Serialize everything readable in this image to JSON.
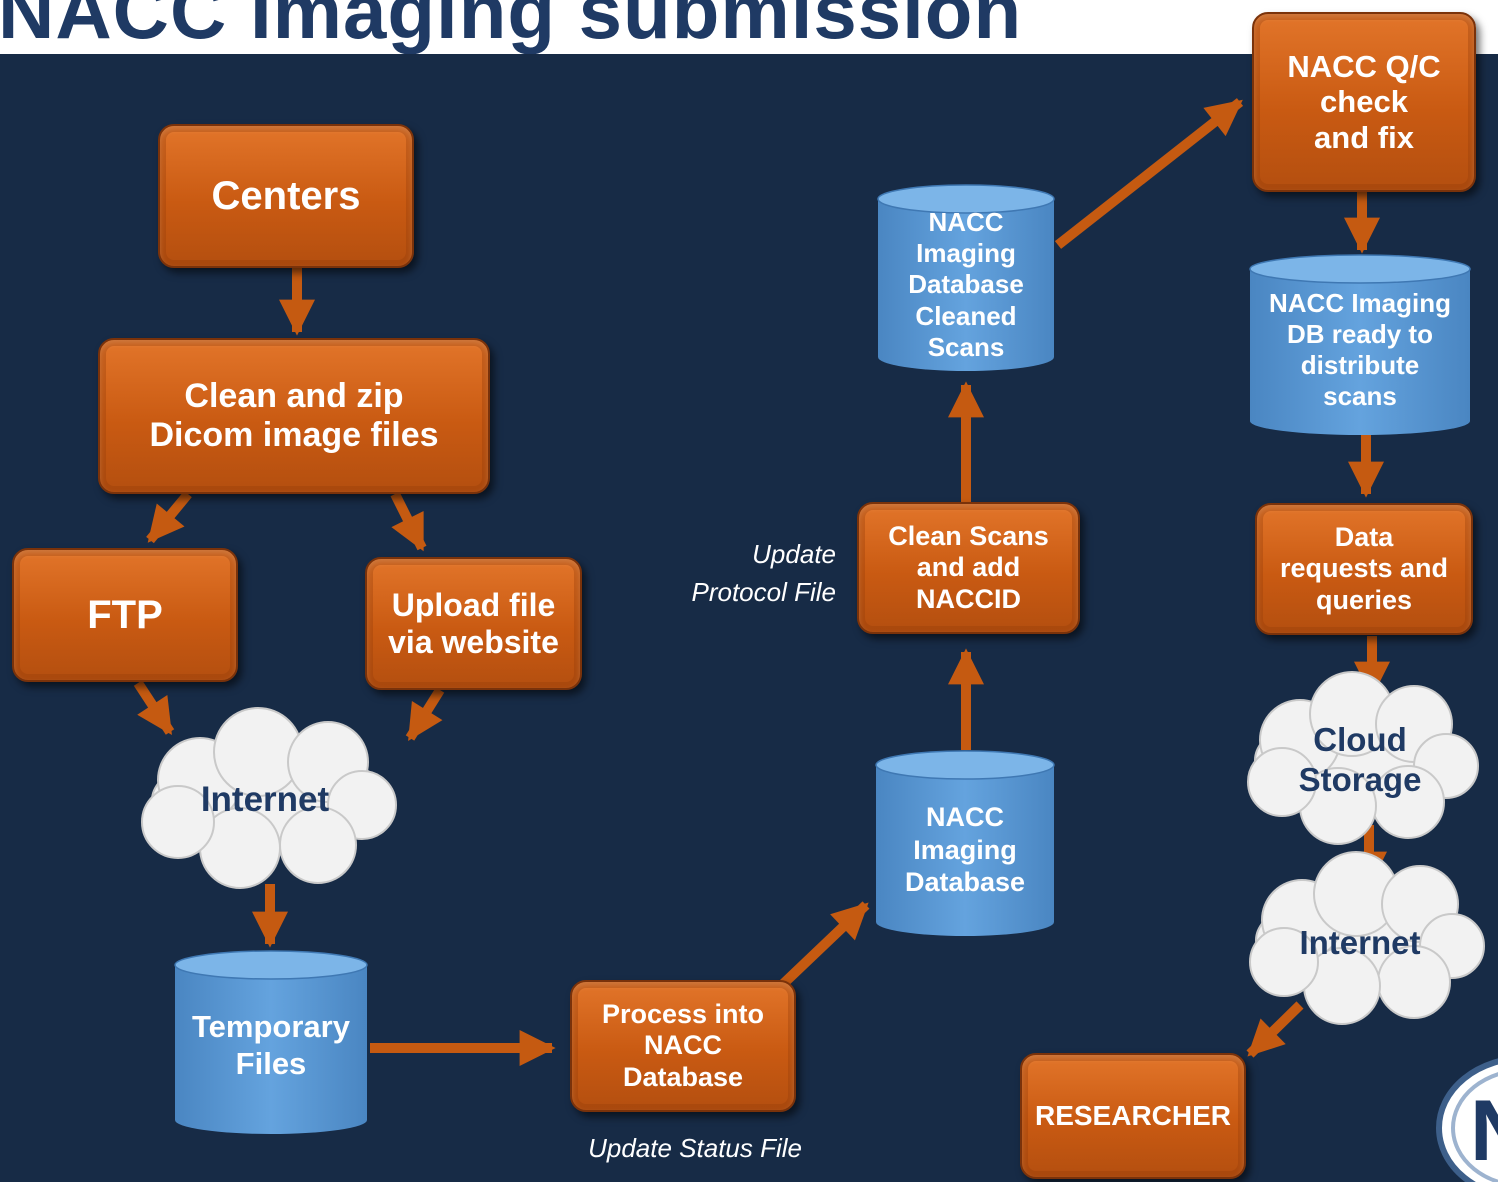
{
  "title": "NACC Imaging submission",
  "colors": {
    "background": "#172b46",
    "box_orange": "#d0601a",
    "cylinder_blue": "#5b9bd5",
    "cloud": "#f2f2f2",
    "arrow": "#c55a11",
    "title_text": "#1f3a64"
  },
  "boxes": {
    "centers": "Centers",
    "clean_zip": "Clean and zip\nDicom image files",
    "ftp": "FTP",
    "upload": "Upload file\nvia website",
    "process": "Process into\nNACC\nDatabase",
    "clean_scans": "Clean Scans\nand add\nNACCID",
    "qc": "NACC Q/C\ncheck\nand fix",
    "data_requests": "Data\nrequests and\nqueries",
    "researcher": "RESEARCHER"
  },
  "databases": {
    "temporary": "Temporary\nFiles",
    "nacc_imaging": "NACC\nImaging\nDatabase",
    "cleaned": "NACC\nImaging\nDatabase\nCleaned\nScans",
    "ready": "NACC Imaging\nDB ready to\ndistribute\nscans"
  },
  "clouds": {
    "internet_left": "Internet",
    "cloud_storage": "Cloud\nStorage",
    "internet_right": "Internet"
  },
  "notes": {
    "update_protocol": "Update\nProtocol File",
    "update_status": "Update Status File"
  },
  "logo_letter": "N"
}
